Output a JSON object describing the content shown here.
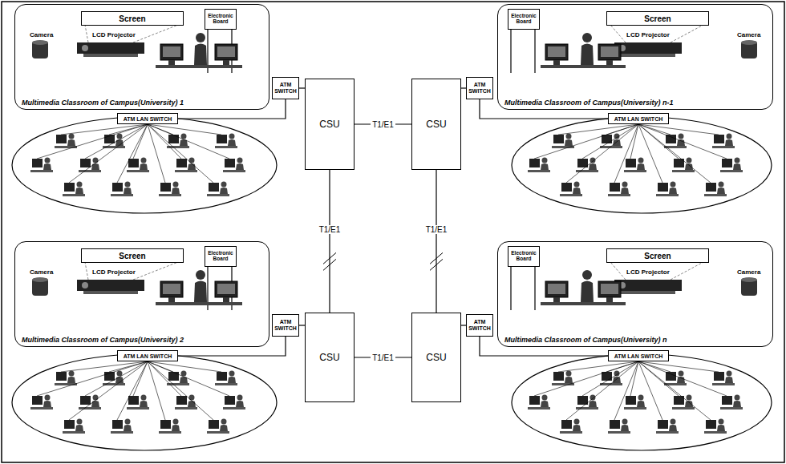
{
  "diagram": {
    "nodes": [
      {
        "text": [
          "Multimedia Classroom of Campus(University) 1"
        ]
      },
      {
        "text": [
          "Screen"
        ],
        "in": 0
      },
      {
        "text": [
          "Electronic Board"
        ],
        "in": 0
      },
      {
        "text": [
          "ATM SWITCH"
        ]
      },
      {
        "text": [
          "ATM LAN SWITCH"
        ]
      },
      {
        "text": [
          "CSU"
        ]
      },
      {
        "text": [
          "Multimedia Classroom of Campus(University) n-1"
        ]
      },
      {
        "text": [
          "Screen"
        ],
        "in": 6
      },
      {
        "text": [
          "Electronic Board"
        ],
        "in": 6
      },
      {
        "text": [
          "ATM SWITCH"
        ]
      },
      {
        "text": [
          "ATM LAN SWITCH"
        ]
      },
      {
        "text": [
          "CSU"
        ]
      },
      {
        "text": [
          "Multimedia Classroom of Campus(University) 2"
        ]
      },
      {
        "text": [
          "Screen"
        ],
        "in": 12
      },
      {
        "text": [
          "Electronic Board"
        ],
        "in": 12
      },
      {
        "text": [
          "ATM SWITCH"
        ]
      },
      {
        "text": [
          "ATM LAN SWITCH"
        ]
      },
      {
        "text": [
          "CSU"
        ]
      },
      {
        "text": [
          "Multimedia Classroom of Campus(University) n"
        ]
      },
      {
        "text": [
          "Screen"
        ],
        "in": 18
      },
      {
        "text": [
          "Electronic Board"
        ],
        "in": 18
      },
      {
        "text": [
          "ATM SWITCH"
        ]
      },
      {
        "text": [
          "ATM LAN SWITCH"
        ]
      },
      {
        "text": [
          "CSU"
        ]
      }
    ],
    "edges": [
      {
        "from": 4,
        "to": 3,
        "arrow": "none"
      },
      {
        "from": 3,
        "to": 5,
        "arrow": "none"
      },
      {
        "from": 10,
        "to": 9,
        "arrow": "none"
      },
      {
        "from": 9,
        "to": 11,
        "arrow": "none"
      },
      {
        "from": 16,
        "to": 15,
        "arrow": "none"
      },
      {
        "from": 15,
        "to": 17,
        "arrow": "none"
      },
      {
        "from": 22,
        "to": 21,
        "arrow": "none"
      },
      {
        "from": 21,
        "to": 23,
        "arrow": "none"
      },
      {
        "from": 5,
        "to": 11,
        "label": "T1/E1",
        "arrow": "none"
      },
      {
        "from": 5,
        "to": 17,
        "label": "T1/E1",
        "arrow": "none"
      },
      {
        "from": 11,
        "to": 23,
        "label": "T1/E1",
        "arrow": "none"
      },
      {
        "from": 17,
        "to": 23,
        "label": "T1/E1",
        "arrow": "none"
      }
    ],
    "labels": [
      "Camera",
      "LCD Projector",
      "LCD Projector",
      "Camera",
      "Camera",
      "LCD Projector",
      "LCD Projector",
      "Camera"
    ]
  }
}
